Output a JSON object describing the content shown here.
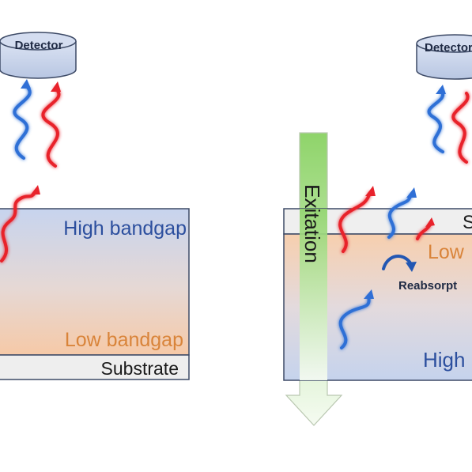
{
  "left_panel": {
    "detector_label": "Detector",
    "high_bandgap_label": "High bandgap",
    "low_bandgap_label": "Low bandgap",
    "substrate_label": "Substrate"
  },
  "right_panel": {
    "detector_label": "Detector",
    "excitation_label": "Exitation",
    "top_layer_label": "S",
    "low_bandgap_label": "Low",
    "reabsorption_label": "Reabsorpt",
    "high_bandgap_label": "High"
  },
  "colors": {
    "detector_fill": "#c8d3ea",
    "detector_stroke": "#3d4a66",
    "blue_wave": "#2f6fd6",
    "red_wave": "#e8222b",
    "high_bandgap_text": "#2c4f9e",
    "low_bandgap_text": "#d9843a",
    "excitation_green": "#8fd46a",
    "reabsorption_arrow": "#2257b3"
  }
}
